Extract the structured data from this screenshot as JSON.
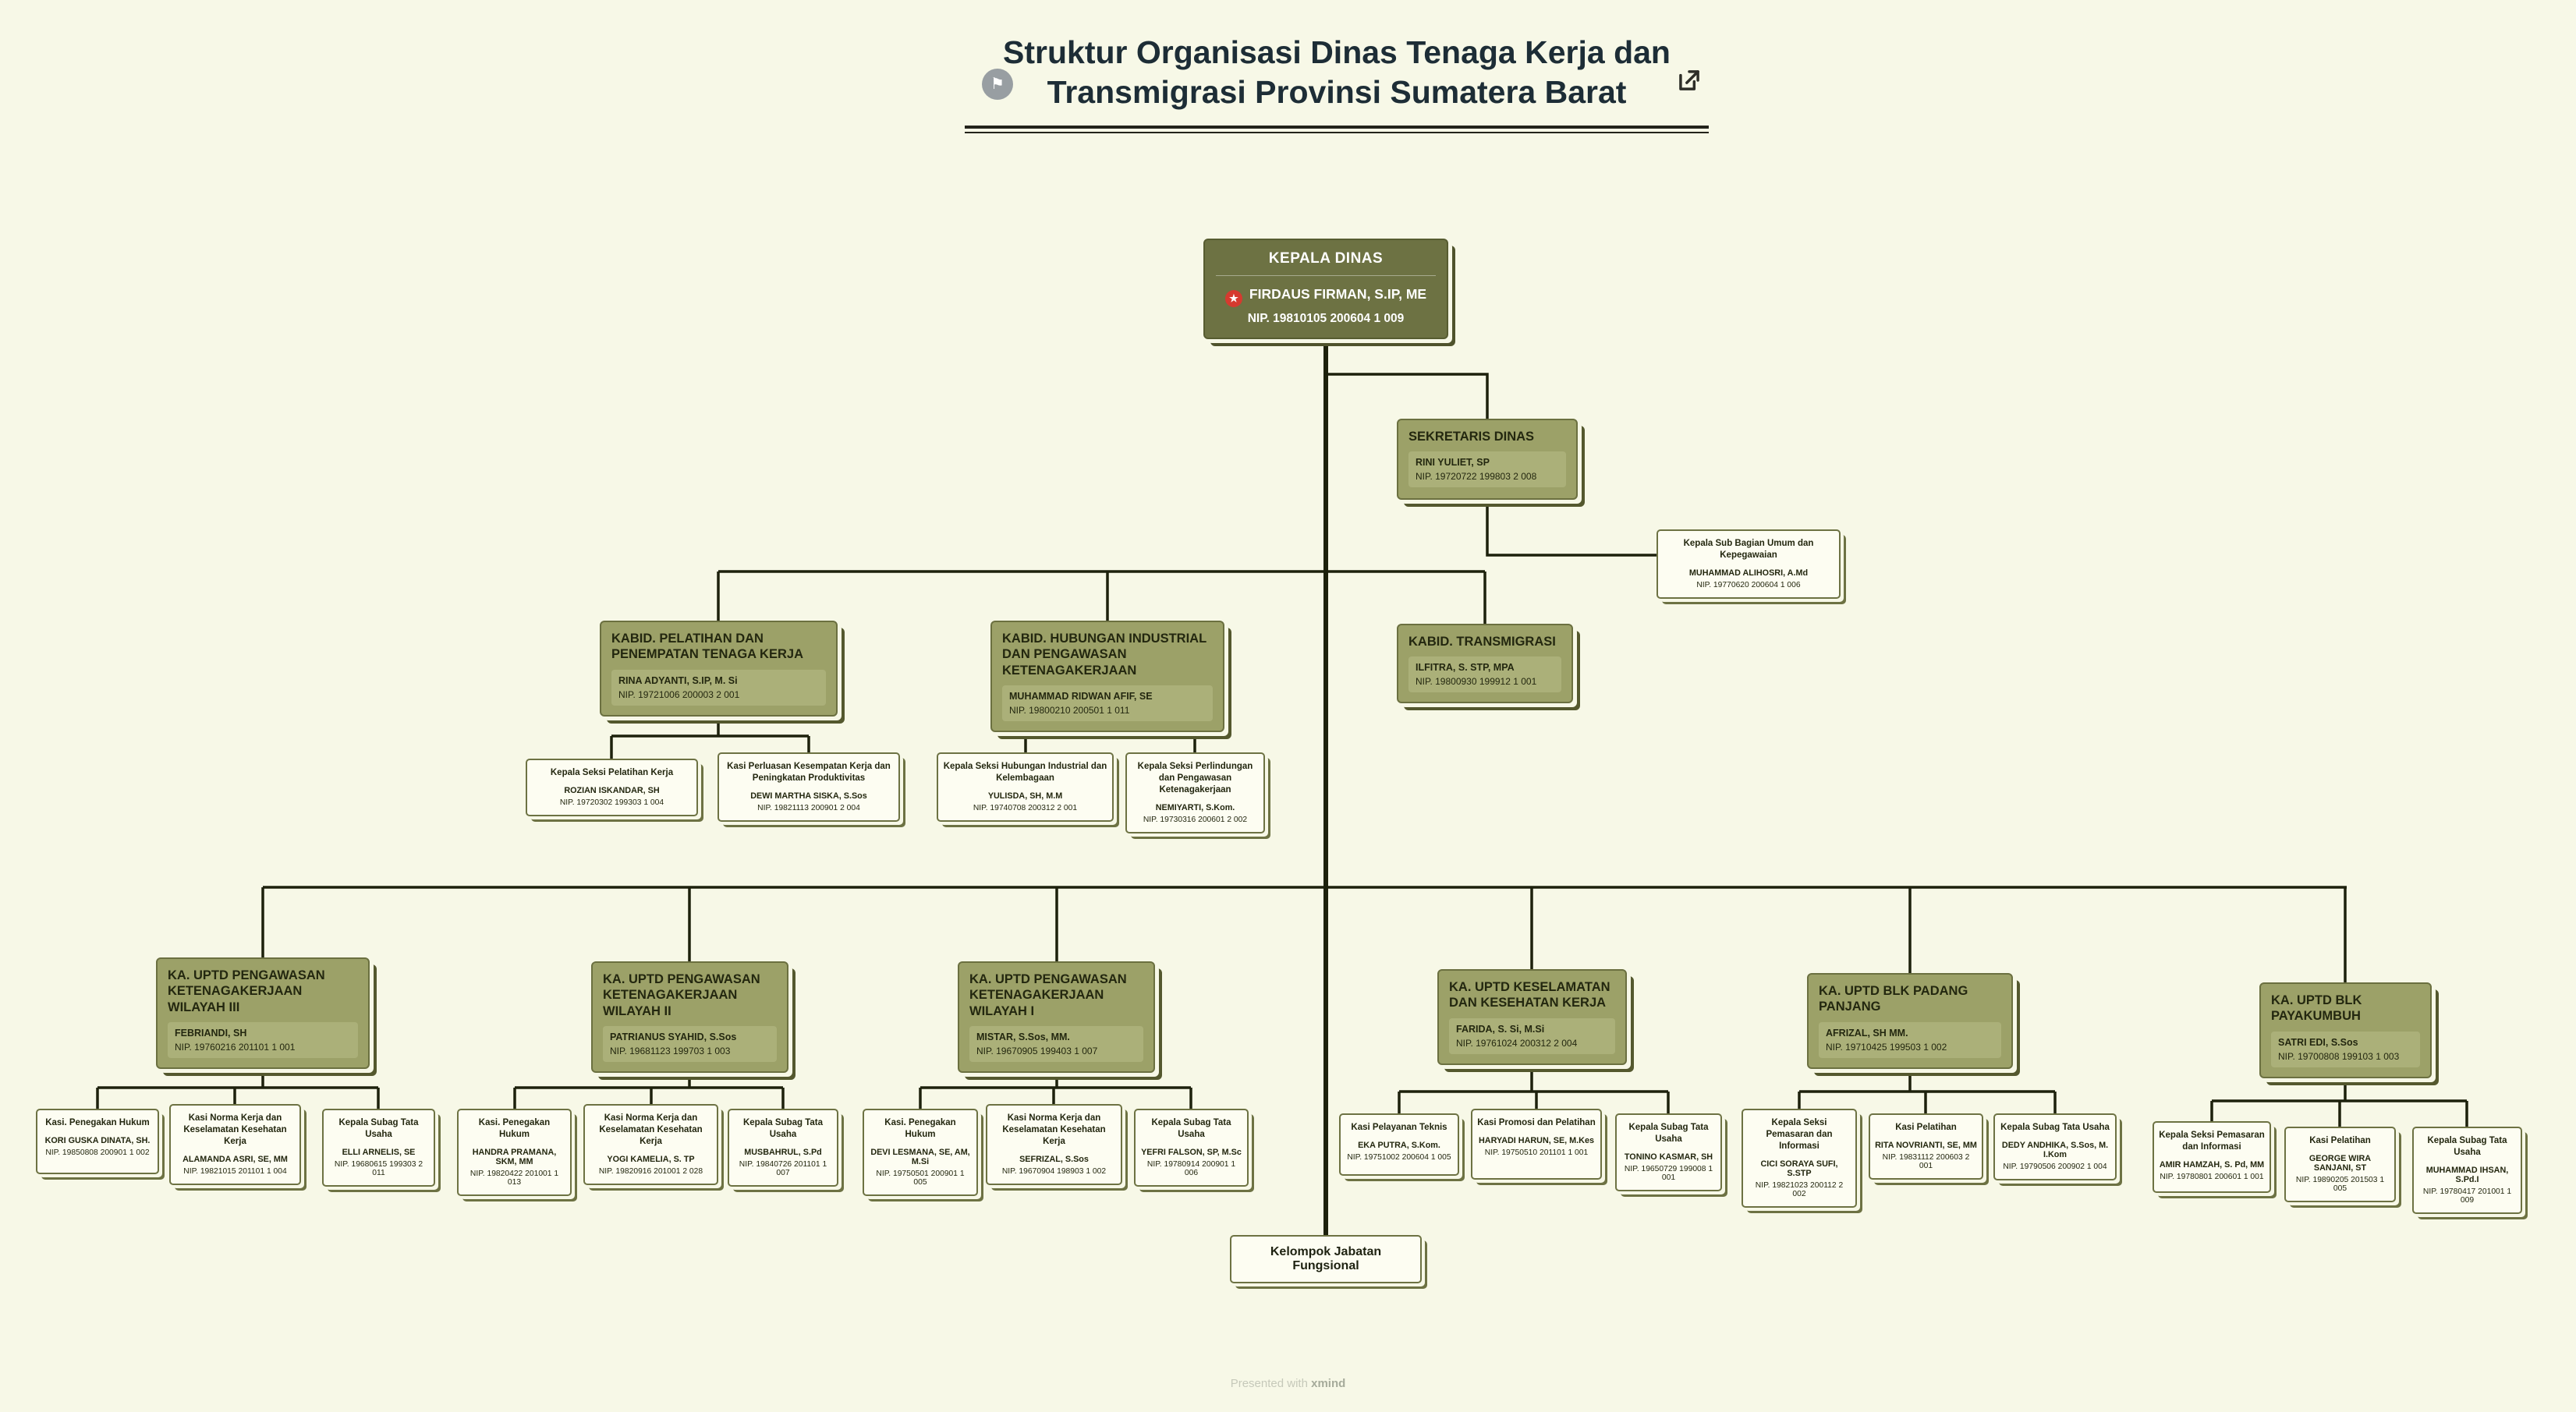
{
  "title": {
    "line1": "Struktur Organisasi Dinas Tenaga Kerja dan",
    "line2": "Transmigrasi Provinsi Sumatera Barat"
  },
  "icons": {
    "topic_marker": "⚑",
    "priority": "★"
  },
  "theme": {
    "background": "#f7f8e7",
    "node_dark": "#6d7243",
    "node_mid": "#9ca168",
    "node_light": "#fdfdf2",
    "line": "#1d210c",
    "accent_red": "#d63a2f"
  },
  "footer": {
    "presented": "Presented with",
    "brand": "xmind"
  },
  "nodes": {
    "kepala_dinas": {
      "title": "KEPALA DINAS",
      "name": "FIRDAUS FIRMAN, S.IP, ME",
      "nip": "NIP. 19810105 200604 1 009"
    },
    "sekretaris": {
      "title": "SEKRETARIS DINAS",
      "name": "RINI YULIET, SP",
      "nip": "NIP. 19720722 199803 2 008"
    },
    "subbag_umum": {
      "title": "Kepala Sub Bagian Umum dan Kepegawaian",
      "name": "MUHAMMAD ALIHOSRI, A.Md",
      "nip": "NIP. 19770620 200604 1 006"
    },
    "kabid_pelatihan": {
      "title": "KABID. PELATIHAN DAN PENEMPATAN TENAGA KERJA",
      "name": "RINA ADYANTI, S.IP, M. Si",
      "nip": "NIP. 19721006 200003 2 001"
    },
    "kabid_hubungan": {
      "title": "KABID. HUBUNGAN INDUSTRIAL DAN PENGAWASAN KETENAGAKERJAAN",
      "name": "MUHAMMAD RIDWAN AFIF, SE",
      "nip": "NIP. 19800210 200501 1 011"
    },
    "kabid_transmigrasi": {
      "title": "KABID. TRANSMIGRASI",
      "name": "ILFITRA, S. STP, MPA",
      "nip": "NIP. 19800930 199912 1 001"
    },
    "seksi_pelatihan": {
      "title": "Kepala Seksi Pelatihan Kerja",
      "name": "ROZIAN ISKANDAR, SH",
      "nip": "NIP. 19720302 199303 1 004"
    },
    "kasi_perluasan": {
      "title": "Kasi Perluasan Kesempatan Kerja dan Peningkatan Produktivitas",
      "name": "DEWI MARTHA SISKA, S.Sos",
      "nip": "NIP. 19821113 200901 2 004"
    },
    "seksi_hubungan": {
      "title": "Kepala Seksi Hubungan Industrial dan Kelembagaan",
      "name": "YULISDA, SH, M.M",
      "nip": "NIP. 19740708 200312 2 001"
    },
    "seksi_perlindungan": {
      "title": "Kepala Seksi Perlindungan dan Pengawasan Ketenagakerjaan",
      "name": "NEMIYARTI, S.Kom.",
      "nip": "NIP. 19730316 200601 2 002"
    },
    "uptd_w3": {
      "title": "KA. UPTD PENGAWASAN KETENAGAKERJAAN WILAYAH III",
      "name": "FEBRIANDI, SH",
      "nip": "NIP. 19760216 201101 1 001"
    },
    "uptd_w2": {
      "title": "KA. UPTD PENGAWASAN KETENAGAKERJAAN WILAYAH II",
      "name": "PATRIANUS SYAHID, S.Sos",
      "nip": "NIP. 19681123 199703 1 003"
    },
    "uptd_w1": {
      "title": "KA. UPTD PENGAWASAN KETENAGAKERJAAN WILAYAH I",
      "name": "MISTAR, S.Sos, MM.",
      "nip": "NIP. 19670905 199403 1 007"
    },
    "uptd_k3": {
      "title": "KA. UPTD KESELAMATAN DAN KESEHATAN KERJA",
      "name": "FARIDA, S. Si, M.Si",
      "nip": "NIP. 19761024 200312 2 004"
    },
    "blk_pp": {
      "title": "KA. UPTD BLK PADANG PANJANG",
      "name": "AFRIZAL, SH MM.",
      "nip": "NIP. 19710425 199503 1 002"
    },
    "blk_pk": {
      "title": "KA. UPTD BLK PAYAKUMBUH",
      "name": "SATRI EDI, S.Sos",
      "nip": "NIP. 19700808 199103 1 003"
    },
    "w3_hukum": {
      "title": "Kasi. Penegakan Hukum",
      "name": "KORI GUSKA DINATA, SH.",
      "nip": "NIP. 19850808 200901 1 002"
    },
    "w3_norma": {
      "title": "Kasi Norma Kerja dan Keselamatan Kesehatan Kerja",
      "name": "ALAMANDA ASRI, SE, MM",
      "nip": "NIP. 19821015 201101 1 004"
    },
    "w3_tu": {
      "title": "Kepala Subag Tata Usaha",
      "name": "ELLI ARNELIS, SE",
      "nip": "NIP. 19680615 199303 2 011"
    },
    "w2_hukum": {
      "title": "Kasi. Penegakan Hukum",
      "name": "HANDRA PRAMANA, SKM, MM",
      "nip": "NIP. 19820422 201001 1 013"
    },
    "w2_norma": {
      "title": "Kasi Norma Kerja dan Keselamatan Kesehatan Kerja",
      "name": "YOGI KAMELIA, S. TP",
      "nip": "NIP. 19820916 201001 2 028"
    },
    "w2_tu": {
      "title": "Kepala Subag Tata Usaha",
      "name": "MUSBAHRUL, S.Pd",
      "nip": "NIP. 19840726 201101 1 007"
    },
    "w1_hukum": {
      "title": "Kasi. Penegakan Hukum",
      "name": "DEVI LESMANA, SE, AM, M.Si",
      "nip": "NIP. 19750501 200901 1 005"
    },
    "w1_norma": {
      "title": "Kasi Norma Kerja dan Keselamatan Kesehatan Kerja",
      "name": "SEFRIZAL, S.Sos",
      "nip": "NIP. 19670904 198903 1 002"
    },
    "w1_tu": {
      "title": "Kepala Subag Tata Usaha",
      "name": "YEFRI FALSON, SP, M.Sc",
      "nip": "NIP. 19780914 200901 1 006"
    },
    "k3_teknis": {
      "title": "Kasi Pelayanan Teknis",
      "name": "EKA PUTRA, S.Kom.",
      "nip": "NIP. 19751002 200604 1 005"
    },
    "k3_promosi": {
      "title": "Kasi Promosi dan Pelatihan",
      "name": "HARYADI HARUN, SE, M.Kes",
      "nip": "NIP. 19750510 201101 1 001"
    },
    "k3_tu": {
      "title": "Kepala Subag Tata Usaha",
      "name": "TONINO KASMAR, SH",
      "nip": "NIP. 19650729 199008 1 001"
    },
    "pp_pemasaran": {
      "title": "Kepala Seksi Pemasaran dan Informasi",
      "name": "CICI SORAYA SUFI, S.STP",
      "nip": "NIP. 19821023 200112 2 002"
    },
    "pp_pelatihan": {
      "title": "Kasi Pelatihan",
      "name": "RITA NOVRIANTI, SE, MM",
      "nip": "NIP. 19831112 200603 2 001"
    },
    "pp_tu": {
      "title": "Kepala Subag Tata Usaha",
      "name": "DEDY ANDHIKA, S.Sos, M. I.Kom",
      "nip": "NIP. 19790506 200902 1 004"
    },
    "pk_pemasaran": {
      "title": "Kepala Seksi Pemasaran dan Informasi",
      "name": "AMIR HAMZAH, S. Pd, MM",
      "nip": "NIP. 19780801 200601 1 001"
    },
    "pk_pelatihan": {
      "title": "Kasi Pelatihan",
      "name": "GEORGE WIRA SANJANI, ST",
      "nip": "NIP. 19890205 201503 1 005"
    },
    "pk_tu": {
      "title": "Kepala Subag Tata Usaha",
      "name": "MUHAMMAD IHSAN, S.Pd.I",
      "nip": "NIP. 19780417 201001 1 009"
    },
    "kelompok": {
      "title": "Kelompok Jabatan Fungsional"
    }
  }
}
